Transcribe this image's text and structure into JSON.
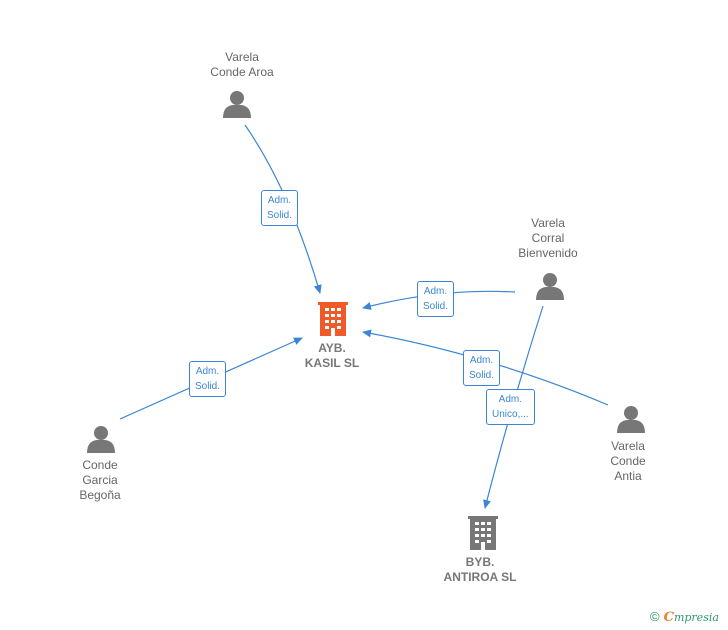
{
  "colors": {
    "edge": "#3a86d4",
    "main_company": "#f05a2a",
    "company": "#777777",
    "person": "#777777"
  },
  "nodes": {
    "main_company": {
      "line1": "AYB.",
      "line2": "KASIL  SL"
    },
    "company_byb": {
      "line1": "BYB.",
      "line2": "ANTIROA  SL"
    },
    "person_aroa": {
      "line1": "Varela",
      "line2": "Conde Aroa"
    },
    "person_bienvenido": {
      "line1": "Varela",
      "line2": "Corral",
      "line3": "Bienvenido"
    },
    "person_begona": {
      "line1": "Conde",
      "line2": "Garcia",
      "line3": "Begoña"
    },
    "person_antia": {
      "line1": "Varela",
      "line2": "Conde",
      "line3": "Antia"
    }
  },
  "edges": {
    "aroa_to_main": {
      "line1": "Adm.",
      "line2": "Solid."
    },
    "bienvenido_to_main": {
      "line1": "Adm.",
      "line2": "Solid."
    },
    "begona_to_main": {
      "line1": "Adm.",
      "line2": "Solid."
    },
    "antia_to_main": {
      "line1": "Adm.",
      "line2": "Solid."
    },
    "bienvenido_to_byb": {
      "line1": "Adm.",
      "line2": "Unico,..."
    }
  },
  "brand": {
    "copyright": "©",
    "initial": "C",
    "name": "mpresia"
  }
}
